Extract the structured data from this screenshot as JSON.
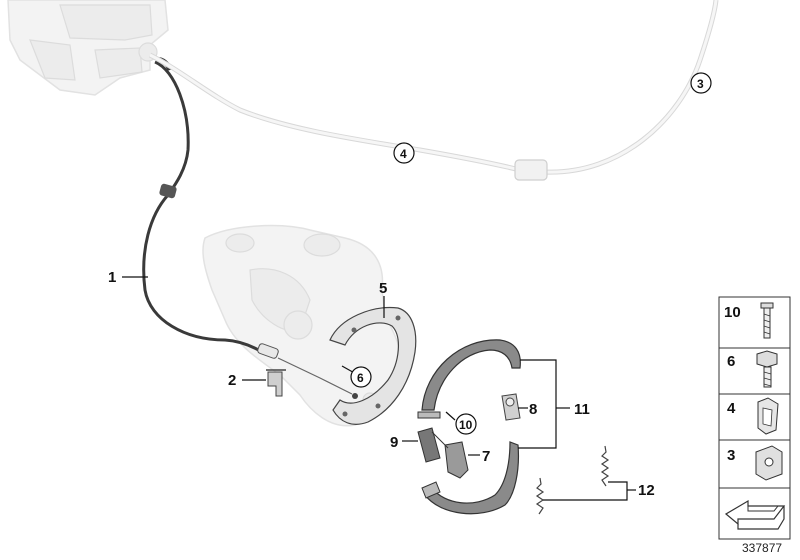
{
  "diagram": {
    "callouts": [
      {
        "id": "c1",
        "text": "1"
      },
      {
        "id": "c2",
        "text": "2"
      },
      {
        "id": "c3",
        "text": "3"
      },
      {
        "id": "c4",
        "text": "4"
      },
      {
        "id": "c5",
        "text": "5"
      },
      {
        "id": "c6",
        "text": "6"
      },
      {
        "id": "c7",
        "text": "7"
      },
      {
        "id": "c8",
        "text": "8"
      },
      {
        "id": "c9",
        "text": "9"
      },
      {
        "id": "c10",
        "text": "10"
      },
      {
        "id": "c11",
        "text": "11"
      },
      {
        "id": "c12",
        "text": "12"
      }
    ],
    "legend": [
      {
        "number": "10",
        "icon": "bolt-icon"
      },
      {
        "number": "6",
        "icon": "hex-bolt-icon"
      },
      {
        "number": "4",
        "icon": "clip-icon"
      },
      {
        "number": "3",
        "icon": "bracket-clip-icon"
      }
    ],
    "doc_number": "337877",
    "colors": {
      "ghost_fill": "#f3f3f3",
      "cable": "#3a3a3a",
      "shoe_lining": "#8a8a8a",
      "line": "#111111"
    }
  }
}
